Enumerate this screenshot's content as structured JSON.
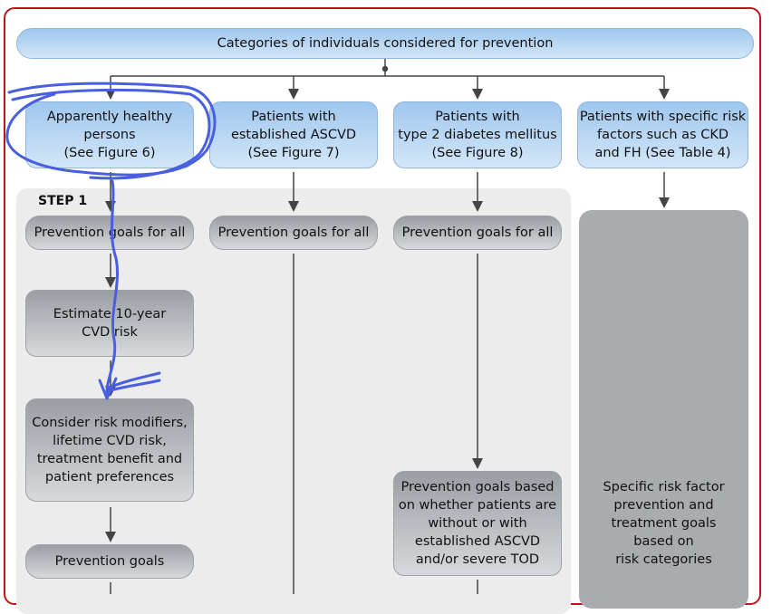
{
  "header": {
    "title": "Categories of individuals considered for prevention"
  },
  "columns": [
    {
      "category": "Apparently healthy\npersons\n(See Figure 6)",
      "goal": "Prevention goals for all"
    },
    {
      "category": "Patients with\nestablished ASCVD\n(See Figure 7)",
      "goal": "Prevention goals for all"
    },
    {
      "category": "Patients with\ntype 2 diabetes mellitus\n(See Figure 8)",
      "goal": "Prevention goals for all"
    },
    {
      "category": "Patients with specific risk\nfactors such as CKD\nand FH (See Table 4)",
      "goal": ""
    }
  ],
  "step": {
    "label": "STEP 1"
  },
  "steps_col1": {
    "estimate": "Estimate 10-year\nCVD risk",
    "consider": "Consider risk modifiers,\nlifetime CVD risk,\ntreatment benefit and\npatient preferences",
    "final": "Prevention goals"
  },
  "col3_final": "Prevention goals based\non whether patients are\nwithout or with\nestablished ASCVD\nand/or severe TOD",
  "col4_final": "Specific risk factor\nprevention and\ntreatment goals\nbased on\nrisk categories",
  "colors": {
    "frame": "#c0141c",
    "annotation": "#4a5fe0",
    "arrow": "#444444"
  }
}
